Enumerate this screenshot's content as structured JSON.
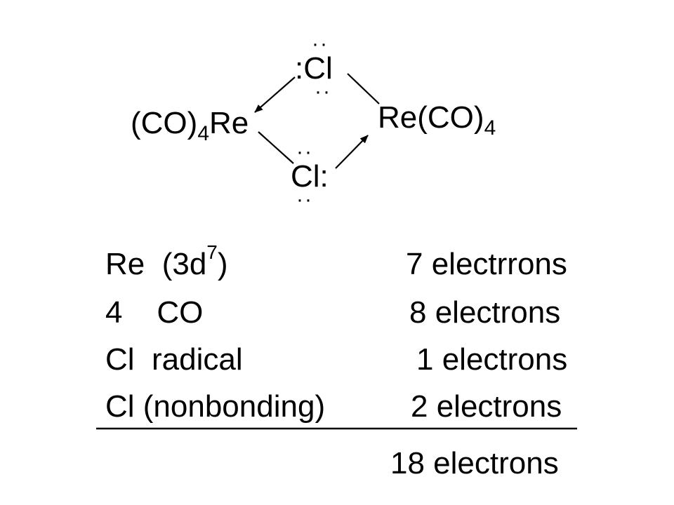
{
  "structure": {
    "left_group": "(CO)",
    "left_sub": "4",
    "left_metal": "Re",
    "right_metal": "Re(CO)",
    "right_sub": "4",
    "top_cl": ":Cl",
    "bottom_cl": "Cl:",
    "lone_pair": "··"
  },
  "table": {
    "rows": [
      {
        "left": "Re  (3d",
        "left_sup": "7",
        "left_after": ")",
        "right": "7 electrrons"
      },
      {
        "left": "4    CO",
        "right": "8 electrons"
      },
      {
        "left": "Cl  radical",
        "right": "1 electrons"
      },
      {
        "left": "Cl (nonbonding)",
        "right": "2 electrons"
      }
    ],
    "total": "18 electrons"
  }
}
